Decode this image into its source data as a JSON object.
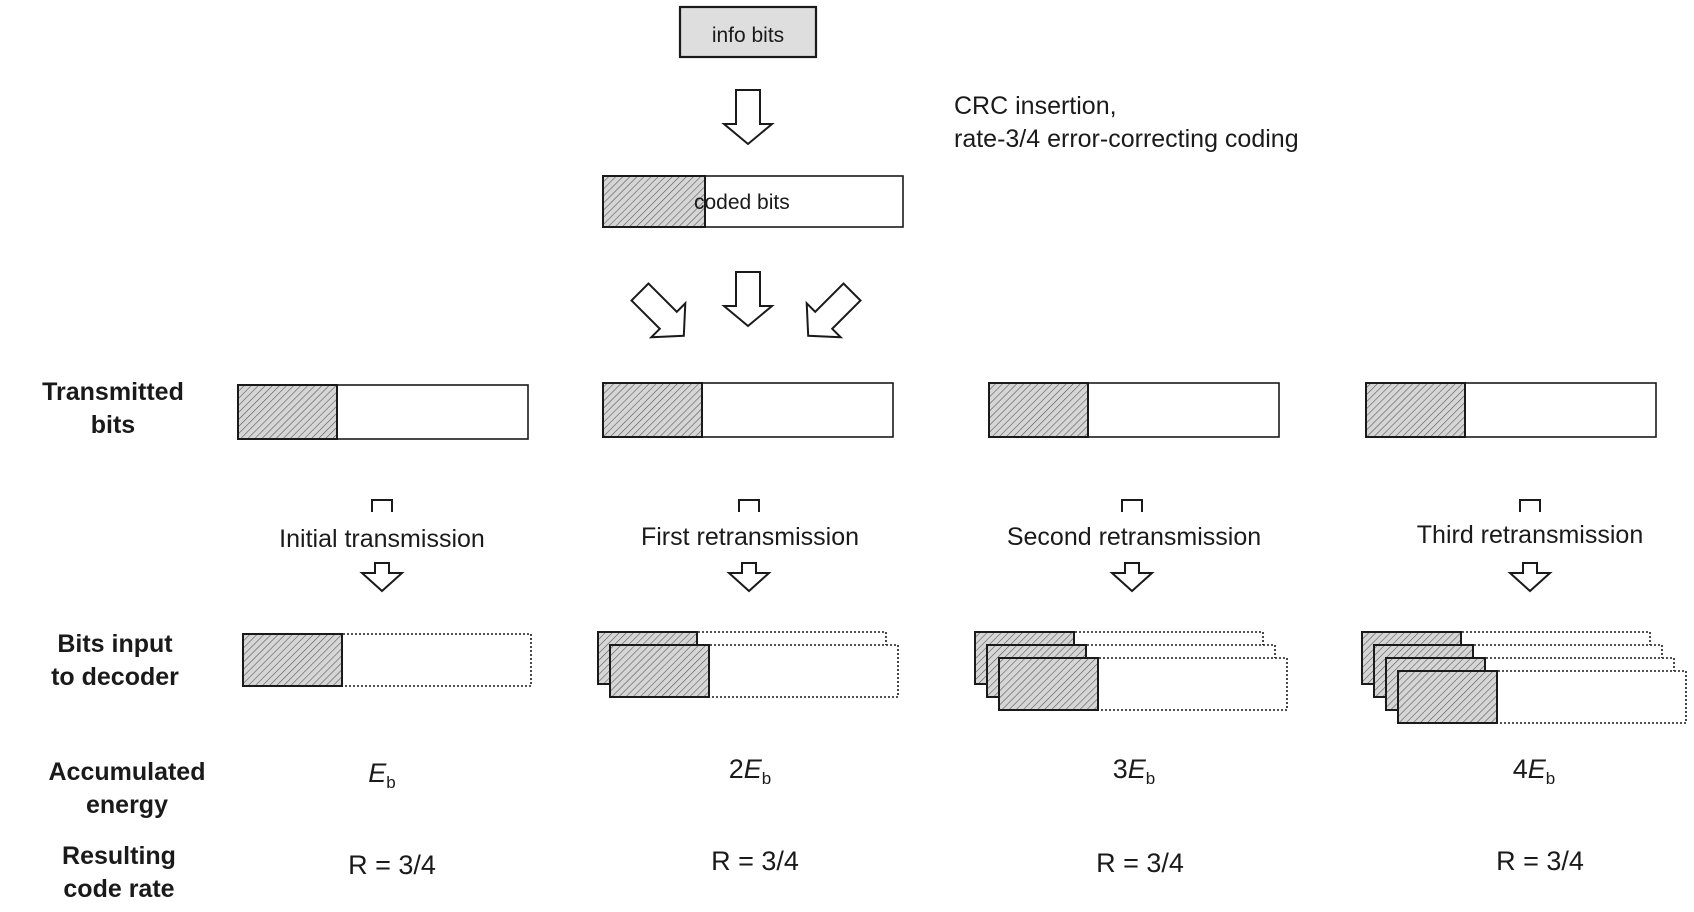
{
  "top": {
    "info_label": "info bits",
    "note_line1": "CRC insertion,",
    "note_line2": "rate-3/4 error-correcting coding",
    "coded_label": "coded bits"
  },
  "rows": {
    "transmitted_1": "Transmitted",
    "transmitted_2": "bits",
    "input_1": "Bits input",
    "input_2": "to decoder",
    "energy_1": "Accumulated",
    "energy_2": "energy",
    "rate_1": "Resulting",
    "rate_2": "code rate"
  },
  "columns": [
    {
      "label": "Initial transmission",
      "energy_prefix": "",
      "energy_symbol": "E",
      "energy_sub": "b",
      "rate": "R = 3/4",
      "copies": 1
    },
    {
      "label": "First retransmission",
      "energy_prefix": "2",
      "energy_symbol": "E",
      "energy_sub": "b",
      "rate": "R = 3/4",
      "copies": 2
    },
    {
      "label": "Second retransmission",
      "energy_prefix": "3",
      "energy_symbol": "E",
      "energy_sub": "b",
      "rate": "R = 3/4",
      "copies": 3
    },
    {
      "label": "Third retransmission",
      "energy_prefix": "4",
      "energy_symbol": "E",
      "energy_sub": "b",
      "rate": "R = 3/4",
      "copies": 4
    }
  ],
  "colors": {
    "stroke": "#1a1a1a",
    "hatch_background": "#d6d6d6",
    "info_fill": "#dedede",
    "arrow_fill": "#ffffff"
  }
}
